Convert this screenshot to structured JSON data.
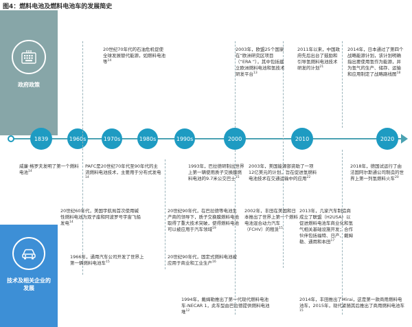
{
  "title": "图4：燃料电池及燃料电池车的发展简史",
  "panels": {
    "government": {
      "label": "政府政策",
      "icon": "keyboard-icon"
    },
    "technology": {
      "label_line1": "技术及相关企业的",
      "label_line2": "发展",
      "icon": "car-icon"
    }
  },
  "timeline": [
    "1839",
    "1960s",
    "1970s",
    "1980s",
    "1990s",
    "2000",
    "2010",
    "2020"
  ],
  "colors": {
    "node": "#1e9bc2",
    "gov_panel": "#87a6a8",
    "tech_panel": "#3d8fd6",
    "axis": "#4aa2b2"
  },
  "events": {
    "gov_1970": {
      "text": "20世纪70年代的石油危机促使全球发展替代能源，如燃料电池等",
      "ref": "14"
    },
    "gov_2003_eu": {
      "text": "2003年，欧盟25个国家在“欧洲研究区项目（“ERA ”），其中包括建立欧洲燃料电池和氢技术研发平台",
      "ref": "13"
    },
    "gov_2011_cn": {
      "text": "2011年以来，中国政府先后出台了鼓励和引导氢燃料电池技术研发的计划",
      "ref": "21"
    },
    "gov_2014_jp": {
      "text": "2014年，日本通过了第四个战略能源计划，该计划明确指出要使用氢作为能源，并为氢气的生产、储存、运输和应用制定了战略路线图",
      "ref": "18"
    },
    "tech_1839": {
      "text": "威廉·格罗夫发明了第一个燃料电池",
      "ref": "14"
    },
    "tech_pafc": {
      "text": "PAFC是20世纪70年代至90年代的主流燃料电池技术，主要用于分布式发电",
      "ref": "14"
    },
    "tech_1993": {
      "text": "1993年，巴拉德研制出世界上第一辆使用质子交换膜燃料电池的9.7米公交巴士",
      "ref": "15"
    },
    "tech_2003_us": {
      "text": "2003年，美国能源部资助了一项12亿美元的计划，旨在促进氢燃料电池技术在交通运输中的应用",
      "ref": "22"
    },
    "tech_2018": {
      "text": "2018年，德国试运行了由法国阿尔斯通公司制造的世界上第一列氢燃料火车",
      "ref": "20"
    },
    "tech_1960s_nasa": {
      "text": "20世纪60年代，美国宇航局首次使用碱性燃料电池为双子座和阿波罗号宇宙飞船发电",
      "ref": "14"
    },
    "tech_1990s_pem": {
      "text": "20世纪90年代，在巴拉德等电池生产商的领导下，质子交换膜燃料电池取得了重大技术突破，使得燃料电池可以被应用于汽车领域",
      "ref": "19"
    },
    "tech_2002": {
      "text": "2002年，丰田在美国和日本推出了世界上第一个燃料电池混合动力汽车（FCHV）的租赁",
      "ref": "15"
    },
    "tech_2013": {
      "text": "2013年，几家汽车制造商成立了联盟（H2USA）以促进燃料电池车商业化和氢气相关基础设施开发；合作伙伴包括福特、日产、戴姆勒、通用和本田",
      "ref": "17"
    },
    "tech_1966": {
      "text": "1966年，通用汽车公司开发了世界上第一辆燃料电池车",
      "ref": "15"
    },
    "tech_1990s_fixed": {
      "text": "20世纪90年代，固定式燃料电池被应用于商业和工业生产",
      "ref": "16"
    },
    "tech_1994": {
      "text": "1994年，戴姆勒推出了第一代现代燃料电池车-NECAR 1，此车型由巴拉德提供燃料电池堆",
      "ref": "12"
    },
    "tech_2014_mirai": {
      "text": "2014年，丰田推出了Mirai，这是第一款商用燃料电池车，2015年，现代紧随其后推出了商用燃料电池车",
      "ref": "15"
    }
  }
}
